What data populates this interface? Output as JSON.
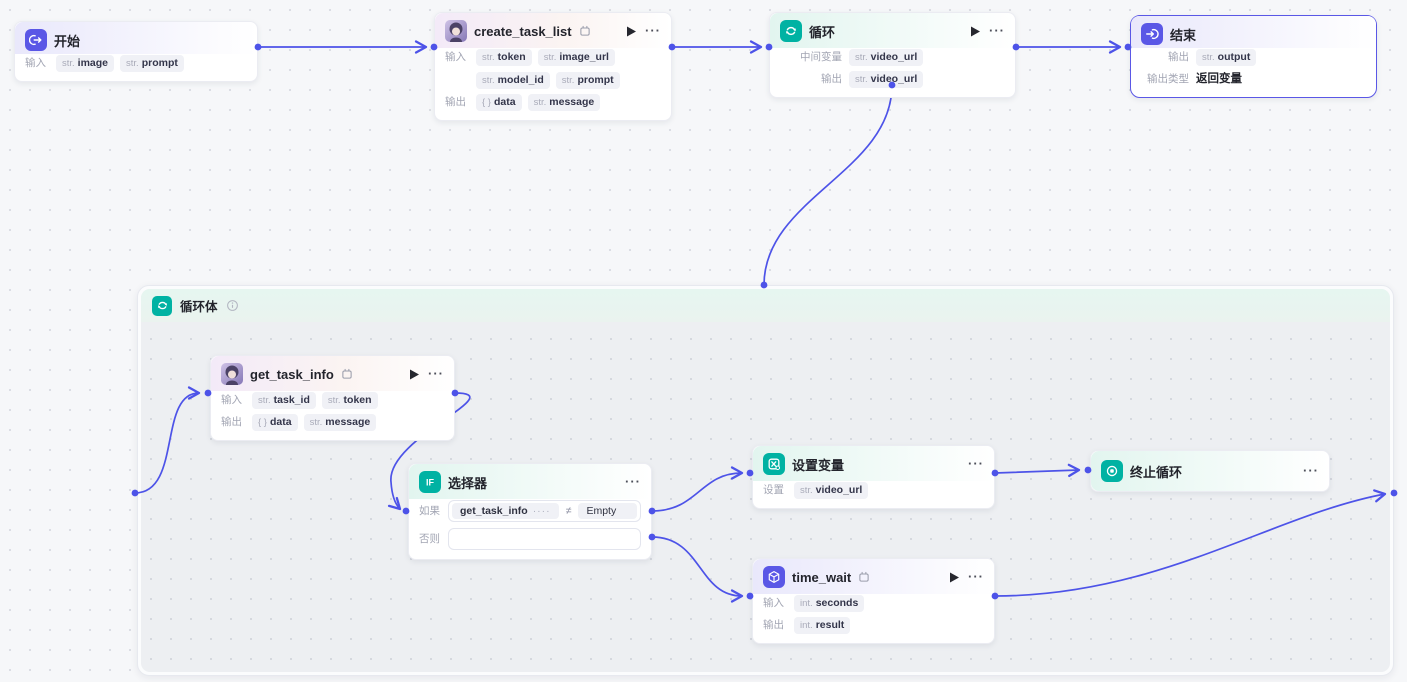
{
  "ui": {
    "more": "···",
    "colors": {
      "edge": "#4d53e8",
      "teal": "#00b2a3",
      "indigo": "#5a57e6",
      "canvas_bg": "#f6f7f9"
    }
  },
  "nodes": {
    "start": {
      "title": "开始",
      "input_label": "输入",
      "tags": [
        {
          "t": "str.",
          "n": "image"
        },
        {
          "t": "str.",
          "n": "prompt"
        }
      ]
    },
    "create_task_list": {
      "title": "create_task_list",
      "input_label": "输入",
      "output_label": "输出",
      "inputs": [
        {
          "t": "str.",
          "n": "token"
        },
        {
          "t": "str.",
          "n": "image_url"
        },
        {
          "t": "str.",
          "n": "model_id"
        },
        {
          "t": "str.",
          "n": "prompt"
        }
      ],
      "outputs": [
        {
          "t": "{ }",
          "n": "data"
        },
        {
          "t": "str.",
          "n": "message"
        }
      ]
    },
    "loop": {
      "title": "循环",
      "mid_label": "中间变量",
      "output_label": "输出",
      "mid_tags": [
        {
          "t": "str.",
          "n": "video_url"
        }
      ],
      "output_tags": [
        {
          "t": "str.",
          "n": "video_url"
        }
      ]
    },
    "end": {
      "title": "结束",
      "output_label": "输出",
      "output_type_label": "输出类型",
      "output_tags": [
        {
          "t": "str.",
          "n": "output"
        }
      ],
      "output_type_value": "返回变量"
    },
    "loop_body": {
      "title": "循环体"
    },
    "get_task_info": {
      "title": "get_task_info",
      "input_label": "输入",
      "output_label": "输出",
      "inputs": [
        {
          "t": "str.",
          "n": "task_id"
        },
        {
          "t": "str.",
          "n": "token"
        }
      ],
      "outputs": [
        {
          "t": "{ }",
          "n": "data"
        },
        {
          "t": "str.",
          "n": "message"
        }
      ]
    },
    "selector": {
      "title": "选择器",
      "if_label": "如果",
      "else_label": "否则",
      "cond_left": "get_task_info",
      "cond_left_suffix": "····",
      "op": "≠",
      "cond_right": "Empty"
    },
    "set_variable": {
      "title": "设置变量",
      "set_label": "设置",
      "tags": [
        {
          "t": "str.",
          "n": "video_url"
        }
      ]
    },
    "break_loop": {
      "title": "终止循环"
    },
    "time_wait": {
      "title": "time_wait",
      "input_label": "输入",
      "output_label": "输出",
      "inputs": [
        {
          "t": "int.",
          "n": "seconds"
        }
      ],
      "outputs": [
        {
          "t": "int.",
          "n": "result"
        }
      ]
    }
  }
}
